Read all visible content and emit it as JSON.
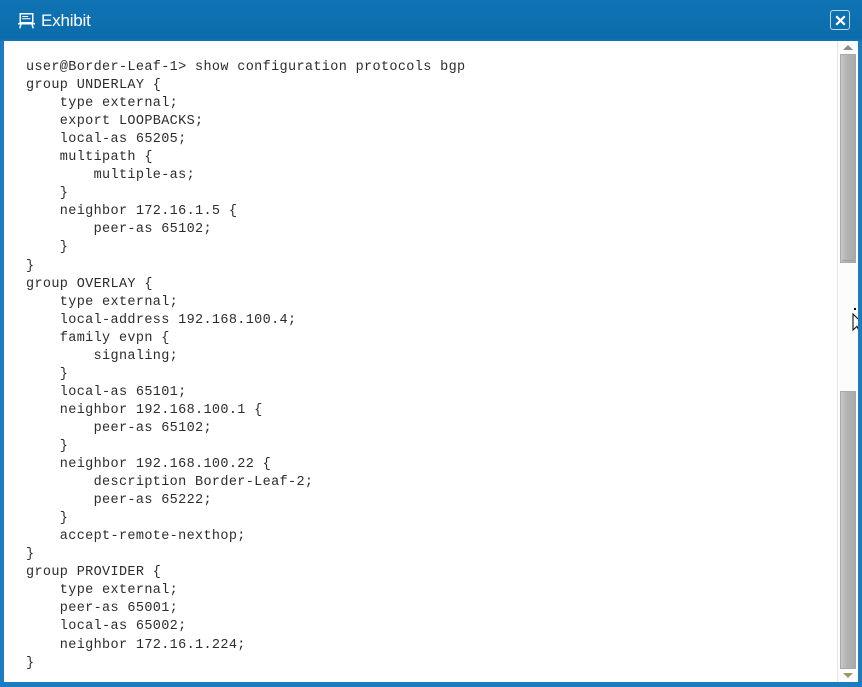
{
  "window": {
    "title": "Exhibit",
    "icon": "exhibit-easel-icon",
    "close_label": "×",
    "titlebar_color": "#0c6fb0",
    "border_color": "#1c7cc0"
  },
  "terminal": {
    "prompt_line": "user@Border-Leaf-1> show configuration protocols bgp",
    "lines": [
      "user@Border-Leaf-1> show configuration protocols bgp",
      "group UNDERLAY {",
      "    type external;",
      "    export LOOPBACKS;",
      "    local-as 65205;",
      "    multipath {",
      "        multiple-as;",
      "    }",
      "    neighbor 172.16.1.5 {",
      "        peer-as 65102;",
      "    }",
      "}",
      "group OVERLAY {",
      "    type external;",
      "    local-address 192.168.100.4;",
      "    family evpn {",
      "        signaling;",
      "    }",
      "    local-as 65101;",
      "    neighbor 192.168.100.1 {",
      "        peer-as 65102;",
      "    }",
      "    neighbor 192.168.100.22 {",
      "        description Border-Leaf-2;",
      "        peer-as 65222;",
      "    }",
      "    accept-remote-nexthop;",
      "}",
      "group PROVIDER {",
      "    type external;",
      "    peer-as 65001;",
      "    local-as 65002;",
      "    neighbor 172.16.1.224;",
      "}"
    ],
    "text_color": "#2c2c2c",
    "background": "#ffffff"
  },
  "scrollbar": {
    "up_arrow": "scroll-up-arrow",
    "down_arrow": "scroll-down-arrow",
    "thumb_color": "#b6b6b6",
    "track_color": "#ffffff",
    "position": "top"
  }
}
